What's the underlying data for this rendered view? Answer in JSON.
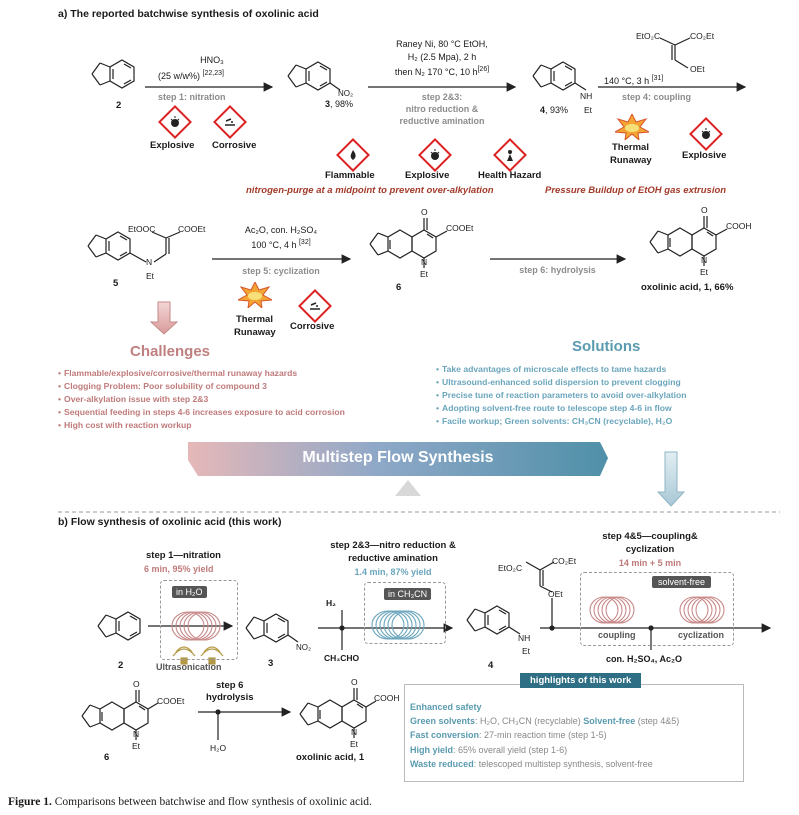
{
  "section_a": {
    "title": "a) The reported batchwise synthesis of oxolinic acid",
    "compound_2": "2",
    "step1": {
      "reagent": "HNO₃",
      "conditions": "(25 w/w%)",
      "ref": "[22,23]",
      "label": "step 1: nitration"
    },
    "compound_3": {
      "name": "3",
      "yield": ", 98%",
      "substituent": "NO₂"
    },
    "step23": {
      "line1": "Raney Ni, 80 °C  EtOH,",
      "line2": "H₂ (2.5 Mpa), 2 h",
      "line3": "then N₂ 170 °C, 10 h",
      "ref": "[26]",
      "label1": "step 2&3:",
      "label2": "nitro reduction &",
      "label3": "reductive amination"
    },
    "compound_4": {
      "name": "4",
      "yield": ", 93%",
      "nh": "NH",
      "et": "Et"
    },
    "step4": {
      "conditions": "140 °C, 3 h",
      "ref": "[31]",
      "label": "step 4: coupling",
      "reagent_top_left": "EtO₂C",
      "reagent_top_right": "CO₂Et",
      "reagent_bottom": "OEt"
    },
    "hazards_step1": [
      "Explosive",
      "Corrosive"
    ],
    "hazards_step23": [
      "Flammable",
      "Explosive",
      "Health Hazard"
    ],
    "hazards_step4": [
      "Thermal",
      "Runaway",
      "Explosive"
    ],
    "note_left": "nitrogen-purge at a midpoint to prevent over-alkylation",
    "note_right": "Pressure Buildup of EtOH gas extrusion",
    "compound_5": {
      "name": "5",
      "left_ester": "EtOOC",
      "right_ester": "COOEt",
      "n": "N",
      "et": "Et"
    },
    "step5": {
      "line1": "Ac₂O, con. H₂SO₄",
      "line2": "100 °C, 4 h",
      "ref": "[32]",
      "label": "step 5: cyclization"
    },
    "hazards_step5": [
      "Thermal",
      "Runaway",
      "Corrosive"
    ],
    "compound_6": {
      "name": "6",
      "ester": "COOEt",
      "o": "O",
      "n": "N",
      "et": "Et"
    },
    "step6": {
      "label": "step 6: hydrolysis"
    },
    "product": {
      "name": "oxolinic acid, 1, 66%",
      "acid": "COOH",
      "o": "O",
      "n": "N",
      "et": "Et"
    },
    "challenges": {
      "title": "Challenges",
      "items": [
        "Flammable/explosive/corrosive/thermal runaway hazards",
        "Clogging Problem: Poor solubility of compound 3",
        "Over-alkylation issue with step 2&3",
        "Sequential feeding in steps 4-6 increases exposure to acid corrosion",
        "High cost with reaction workup"
      ]
    },
    "solutions": {
      "title": "Solutions",
      "items": [
        "Take advantages of microscale effects to tame hazards",
        "Ultrasound-enhanced solid dispersion  to prevent clogging",
        "Precise tune of reaction parameters to avoid over-alkylation",
        "Adopting solvent-free route to telescope step 4-6 in flow",
        "Facile workup; Green solvents: CH₃CN (recyclable), H₂O"
      ]
    },
    "banner": "Multistep Flow Synthesis"
  },
  "section_b": {
    "title": "b) Flow synthesis of oxolinic acid (this work)",
    "step1": {
      "label": "step 1—nitration",
      "time": "6 min, 95% yield",
      "medium": "in H₂O",
      "ultra": "Ultrasonication"
    },
    "compound_2": "2",
    "compound_3": {
      "name": "3",
      "substituent": "NO₂"
    },
    "step23": {
      "label1": "step 2&3—nitro reduction &",
      "label2": "reductive amination",
      "time": "1.4 min, 87% yield",
      "medium": "in CH₃CN",
      "h2": "H₂",
      "aldehyde": "CH₃CHO"
    },
    "compound_4": {
      "name": "4",
      "nh": "NH",
      "et": "Et"
    },
    "step45": {
      "label1": "step 4&5—coupling&",
      "label2": "cyclization",
      "time": "14 min + 5 min",
      "solvent_free": "solvent-free",
      "coupling": "coupling",
      "cyclization": "cyclization",
      "reagents": "con. H₂SO₄, Ac₂O",
      "ester_left": "EtO₂C",
      "ester_right": "CO₂Et",
      "oet": "OEt"
    },
    "compound_6": {
      "name": "6",
      "ester": "COOEt",
      "o": "O",
      "n": "N",
      "et": "Et"
    },
    "step6": {
      "label1": "step 6",
      "label2": "hydrolysis",
      "reagent": "H₂O"
    },
    "product": {
      "name": "oxolinic acid, 1",
      "acid": "COOH",
      "o": "O",
      "n": "N",
      "et": "Et"
    },
    "highlights": {
      "header": "highlights of this work",
      "lines": [
        {
          "key": "Enhanced safety",
          "value": ""
        },
        {
          "key": "Green solvents",
          "value": ": H₂O, CH₃CN (recyclable) ",
          "key2": "Solvent-free",
          "value2": " (step 4&5)"
        },
        {
          "key": "Fast conversion",
          "value": ": 27-min reaction time (step 1-5)"
        },
        {
          "key": "High yield",
          "value": ": 65% overall yield (step 1-6)"
        },
        {
          "key": "Waste reduced",
          "value": ": telescoped multistep synthesis, solvent-free"
        }
      ]
    }
  },
  "caption": {
    "label": "Figure 1.",
    "text": " Comparisons between batchwise and flow synthesis of oxolinic acid."
  },
  "colors": {
    "challenge": "#c07a7a",
    "solution": "#5a9bb0",
    "hazard_red": "#d22222",
    "note_red": "#a33a2a",
    "banner_blue": "#4f90a8"
  }
}
